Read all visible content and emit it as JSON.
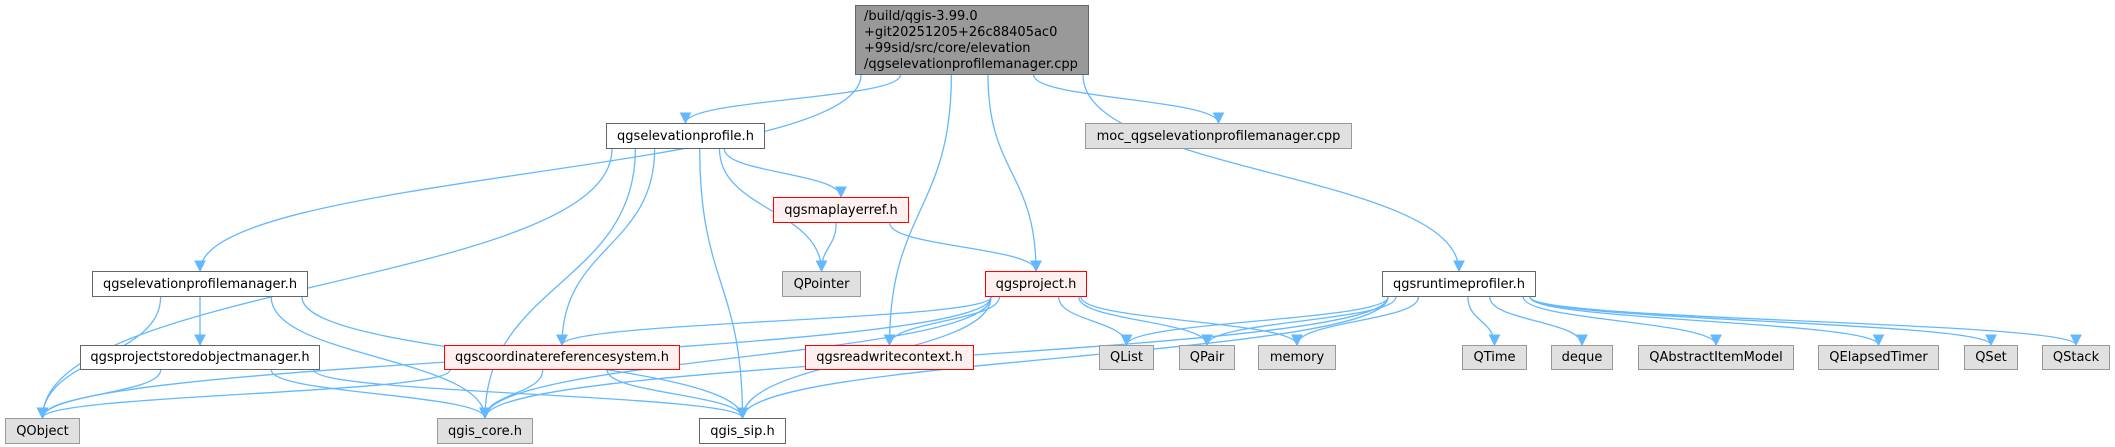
{
  "root": {
    "lines": [
      "/build/qgis-3.99.0",
      "+git20251205+26c88405ac0",
      "+99sid/src/core/elevation",
      "/qgselevationprofilemanager.cpp"
    ]
  },
  "nodes": {
    "qgselevationprofile_h": {
      "label": "qgselevationprofile.h",
      "style": "normal"
    },
    "moc_cpp": {
      "label": "moc_qgselevationprofilemanager.cpp",
      "style": "gray"
    },
    "qgsmaplayerref_h": {
      "label": "qgsmaplayerref.h",
      "style": "red"
    },
    "qgselevationprofilemanager_h": {
      "label": "qgselevationprofilemanager.h",
      "style": "normal"
    },
    "QPointer": {
      "label": "QPointer",
      "style": "gray"
    },
    "qgsproject_h": {
      "label": "qgsproject.h",
      "style": "red"
    },
    "qgsruntimeprofiler_h": {
      "label": "qgsruntimeprofiler.h",
      "style": "normal"
    },
    "qgsprojectstoredobjectmanager_h": {
      "label": "qgsprojectstoredobjectmanager.h",
      "style": "normal"
    },
    "qgscoordinatereferencesystem_h": {
      "label": "qgscoordinatereferencesystem.h",
      "style": "red"
    },
    "qgsreadwritecontext_h": {
      "label": "qgsreadwritecontext.h",
      "style": "red"
    },
    "QList": {
      "label": "QList",
      "style": "gray"
    },
    "QPair": {
      "label": "QPair",
      "style": "gray"
    },
    "memory": {
      "label": "memory",
      "style": "gray"
    },
    "QTime": {
      "label": "QTime",
      "style": "gray"
    },
    "deque": {
      "label": "deque",
      "style": "gray"
    },
    "QAbstractItemModel": {
      "label": "QAbstractItemModel",
      "style": "gray"
    },
    "QElapsedTimer": {
      "label": "QElapsedTimer",
      "style": "gray"
    },
    "QSet": {
      "label": "QSet",
      "style": "gray"
    },
    "QStack": {
      "label": "QStack",
      "style": "gray"
    },
    "QObject": {
      "label": "QObject",
      "style": "gray"
    },
    "qgis_core_h": {
      "label": "qgis_core.h",
      "style": "gray"
    },
    "qgis_sip_h": {
      "label": "qgis_sip.h",
      "style": "normal"
    }
  },
  "edges": [
    [
      "root",
      "qgselevationprofile_h"
    ],
    [
      "root",
      "qgselevationprofilemanager_h"
    ],
    [
      "root",
      "qgsreadwritecontext_h"
    ],
    [
      "root",
      "qgsproject_h"
    ],
    [
      "root",
      "qgsruntimeprofiler_h"
    ],
    [
      "root",
      "moc_cpp"
    ],
    [
      "qgselevationprofile_h",
      "QObject"
    ],
    [
      "qgselevationprofile_h",
      "qgis_core_h"
    ],
    [
      "qgselevationprofile_h",
      "qgscoordinatereferencesystem_h"
    ],
    [
      "qgselevationprofile_h",
      "qgis_sip_h"
    ],
    [
      "qgselevationprofile_h",
      "QPointer"
    ],
    [
      "qgselevationprofile_h",
      "qgsmaplayerref_h"
    ],
    [
      "qgsmaplayerref_h",
      "QPointer"
    ],
    [
      "qgsmaplayerref_h",
      "qgsproject_h"
    ],
    [
      "qgselevationprofilemanager_h",
      "QObject"
    ],
    [
      "qgselevationprofilemanager_h",
      "qgsprojectstoredobjectmanager_h"
    ],
    [
      "qgselevationprofilemanager_h",
      "qgis_core_h"
    ],
    [
      "qgselevationprofilemanager_h",
      "qgis_sip_h"
    ],
    [
      "qgsprojectstoredobjectmanager_h",
      "QObject"
    ],
    [
      "qgsprojectstoredobjectmanager_h",
      "qgis_core_h"
    ],
    [
      "qgsprojectstoredobjectmanager_h",
      "qgis_sip_h"
    ],
    [
      "qgscoordinatereferencesystem_h",
      "QObject"
    ],
    [
      "qgscoordinatereferencesystem_h",
      "qgis_core_h"
    ],
    [
      "qgscoordinatereferencesystem_h",
      "qgis_sip_h"
    ],
    [
      "qgsproject_h",
      "QObject"
    ],
    [
      "qgsproject_h",
      "qgscoordinatereferencesystem_h"
    ],
    [
      "qgsproject_h",
      "qgsreadwritecontext_h"
    ],
    [
      "qgsproject_h",
      "QList"
    ],
    [
      "qgsproject_h",
      "QPair"
    ],
    [
      "qgsproject_h",
      "memory"
    ],
    [
      "qgsproject_h",
      "qgis_core_h"
    ],
    [
      "qgsproject_h",
      "qgis_sip_h"
    ],
    [
      "qgsruntimeprofiler_h",
      "QList"
    ],
    [
      "qgsruntimeprofiler_h",
      "QPair"
    ],
    [
      "qgsruntimeprofiler_h",
      "memory"
    ],
    [
      "qgsruntimeprofiler_h",
      "QTime"
    ],
    [
      "qgsruntimeprofiler_h",
      "deque"
    ],
    [
      "qgsruntimeprofiler_h",
      "QAbstractItemModel"
    ],
    [
      "qgsruntimeprofiler_h",
      "QElapsedTimer"
    ],
    [
      "qgsruntimeprofiler_h",
      "QSet"
    ],
    [
      "qgsruntimeprofiler_h",
      "QStack"
    ],
    [
      "qgsruntimeprofiler_h",
      "qgis_core_h"
    ],
    [
      "qgsruntimeprofiler_h",
      "qgis_sip_h"
    ]
  ],
  "colors": {
    "edge": "#63b8ff"
  }
}
